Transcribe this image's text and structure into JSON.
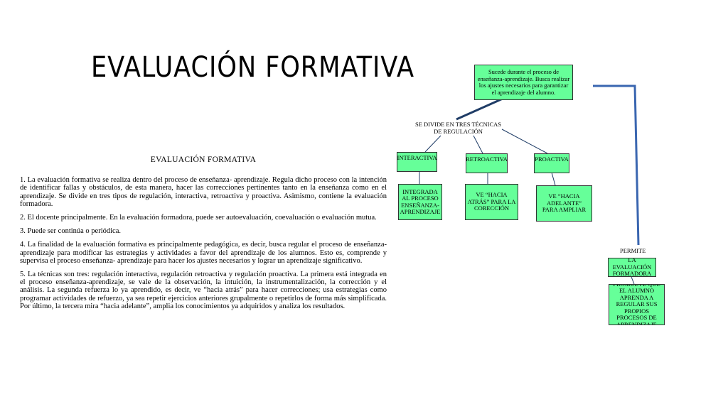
{
  "slide": {
    "title": "EVALUACIÓN FORMATIVA"
  },
  "document": {
    "heading": "EVALUACIÓN FORMATIVA",
    "paragraphs": [
      "1. La evaluación formativa se realiza dentro del proceso de enseñanza- aprendizaje. Regula dicho proceso con la intención de identificar fallas y obstáculos, de esta manera, hacer las correcciones pertinentes tanto en la enseñanza como en el aprendizaje. Se divide en tres tipos de regulación, interactiva, retroactiva y proactiva. Asimismo, contiene la evaluación formadora.",
      "2. El docente principalmente. En la evaluación formadora, puede ser autoevaluación, coevaluación o evaluación mutua.",
      "3. Puede ser continúa o periódica.",
      "4. La finalidad de la evaluación formativa es principalmente pedagógica, es decir, busca regular el proceso de enseñanza- aprendizaje para modificar las estrategias y actividades a favor del aprendizaje de los alumnos. Esto es, comprende y supervisa el proceso enseñanza- aprendizaje para hacer los ajustes necesarios y lograr un aprendizaje significativo.",
      "5. La técnicas son tres: regulación interactiva, regulación retroactiva y regulación proactiva. La primera está integrada en el proceso enseñanza-aprendizaje, se vale de la observación, la intuición, la instrumentalización, la corrección y el análisis. La segunda refuerza lo ya aprendido, es decir, ve “hacia atrás” para hacer correcciones; usa estrategias como programar actividades de refuerzo, ya sea repetir ejercicios anteriores grupalmente o repetirlos de forma más simplificada. Por último, la tercera mira “hacia adelante”, amplia los conocimientos ya adquiridos y analiza los resultados."
    ]
  },
  "diagram": {
    "root": "Sucede durante el proceso de enseñanza-aprendizaje. Busca realizar los ajustes necesarios para garantizar el aprendizaje del alumno.",
    "divide_label": "SE DIVIDE EN TRES TÉCNICAS DE REGULACIÓN",
    "interactiva": "INTERACTIVA",
    "retroactiva": "RETROACTIVA",
    "proactiva": "PROACTIVA",
    "interactiva_desc": "INTEGRADA AL PROCESO ENSEÑANZA-APRENDIZAJE",
    "retroactiva_desc": "VE “HACIA ATRÁS” PARA LA CORECCIÓN",
    "proactiva_desc": "VE “HACIA ADELANTE” PARA AMPLIAR",
    "permite_label": "PERMITE",
    "formadora": "LA EVALUACIÓN FORMADORA",
    "formadora_desc": "PROMUEVE QUE EL ALUMNO APRENDA A REGULAR SUS PROPIOS PROCESOS DE APRENDIZAJE"
  },
  "colors": {
    "node_fill": "#66ff99",
    "connector": "#1f3c66",
    "arrow": "#3a66b0"
  }
}
